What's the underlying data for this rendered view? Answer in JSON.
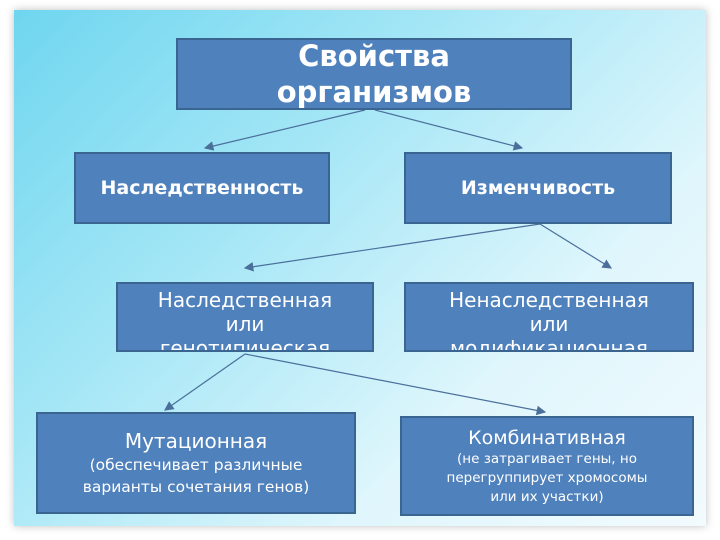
{
  "root": {
    "label": "Свойства организмов"
  },
  "level1": {
    "heredity": "Наследственность",
    "variability": "Изменчивость"
  },
  "level2": {
    "hereditary_line1": "Наследственная",
    "hereditary_line2": "или",
    "hereditary_line3": "генотипическая",
    "nonhereditary_line1": "Ненаследственная",
    "nonhereditary_line2": "или",
    "nonhereditary_line3": "модификационная"
  },
  "level3": {
    "mutational_title": "Мутационная",
    "mutational_note_line1": "(обеспечивает различные",
    "mutational_note_line2": "варианты сочетания генов)",
    "combinative_title": "Комбинативная",
    "combinative_note_line1": "(не затрагивает гены, но",
    "combinative_note_line2": "перегруппирует хромосомы",
    "combinative_note_line3": "или их участки)"
  },
  "colors": {
    "box_fill": "#4f81bd",
    "box_border": "#3a6591",
    "text": "#ffffff",
    "arrow": "#4a6f9b"
  }
}
